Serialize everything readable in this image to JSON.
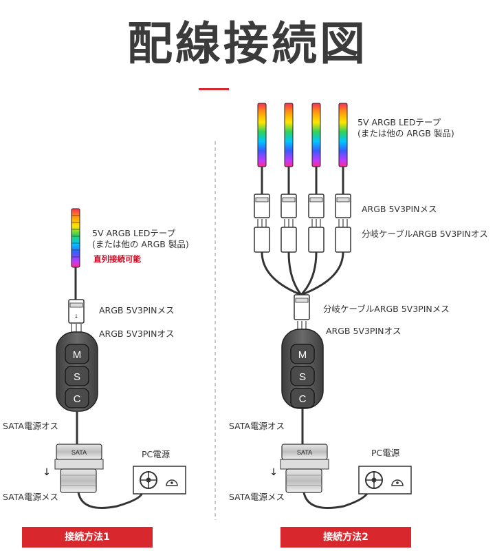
{
  "title": "配線接続図",
  "method1": {
    "led_line1": "5V ARGB LEDテープ",
    "led_line2": "(または他の ARGB 製品)",
    "direct": "直列接続可能",
    "female": "ARGB 5V3PINメス",
    "male": "ARGB 5V3PINオス",
    "sata_male": "SATA電源オス",
    "sata_female": "SATA電源メス",
    "pc_power": "PC電源",
    "banner": "接続方法1"
  },
  "method2": {
    "led_line1": "5V ARGB LEDテープ",
    "led_line2": "(または他の ARGB 製品)",
    "female": "ARGB 5V3PINメス",
    "splitter_male": "分岐ケーブルARGB 5V3PINオス",
    "splitter_female": "分岐ケーブルARGB 5V3PINメス",
    "male": "ARGB 5V3PINオス",
    "sata_male": "SATA電源オス",
    "sata_female": "SATA電源メス",
    "pc_power": "PC電源",
    "banner": "接続方法2"
  },
  "controller": {
    "btn_m": "M",
    "btn_s": "S",
    "btn_c": "C"
  },
  "sata_label": "SATA",
  "colors": {
    "accent_red": "#d9272e",
    "controller": "#555555",
    "cable": "#333333"
  }
}
